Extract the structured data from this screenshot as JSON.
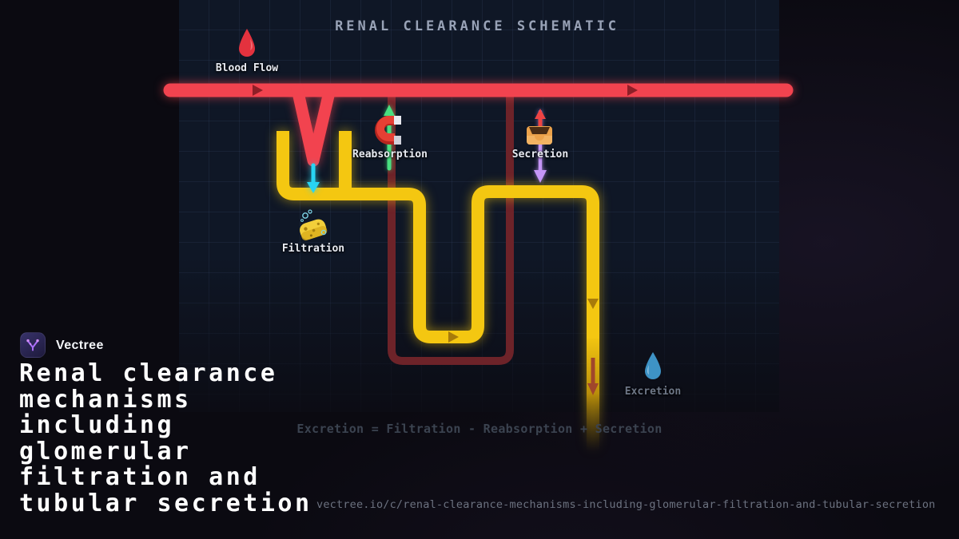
{
  "header": {
    "title": "RENAL CLEARANCE SCHEMATIC"
  },
  "schematic": {
    "labels": {
      "blood_flow": "Blood Flow",
      "reabsorption": "Reabsorption",
      "secretion": "Secretion",
      "filtration": "Filtration",
      "excretion": "Excretion"
    },
    "formula": "Excretion = Filtration - Reabsorption + Secretion",
    "icons": [
      "blood-drop-icon",
      "magnet-icon",
      "inbox-tray-icon",
      "sponge-icon",
      "water-drop-icon"
    ],
    "colors": {
      "artery_red": "#f2434f",
      "capillary_dark_red": "#6d2329",
      "tubule_yellow": "#f6c90e",
      "reabsorption_green": "#49de80",
      "secretion_purple": "#c495f7",
      "filtrate_cyan": "#28d4f2",
      "panel_bg": "#0f1726"
    }
  },
  "brand": {
    "name": "Vectree",
    "logo_icon": "vectree-branch-icon"
  },
  "hero": {
    "title": "Renal clearance mechanisms including glomerular filtration and tubular secretion",
    "title_lines": [
      "Renal clearance",
      "mechanisms",
      "including",
      "glomerular",
      "filtration and",
      "tubular secretion"
    ]
  },
  "footer": {
    "url": "vectree.io/c/renal-clearance-mechanisms-including-glomerular-filtration-and-tubular-secretion"
  }
}
